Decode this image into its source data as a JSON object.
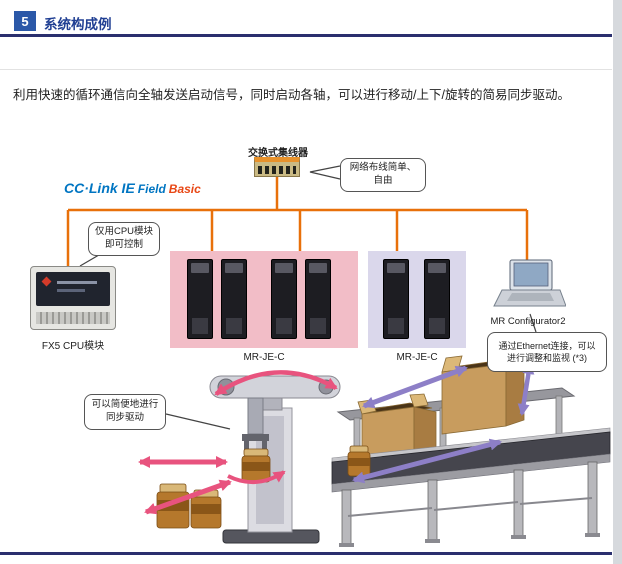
{
  "page": {
    "section_number": "5",
    "section_title": "系统构成例",
    "intro": "利用快速的循环通信向全轴发送启动信号，同时启动各轴，可以进行移动/上下/旋转的简易同步驱动。"
  },
  "diagram": {
    "hub_label": "交换式集线器",
    "logo": {
      "part1": "CC·Link IE",
      "part2": "Field",
      "part3": "Basic"
    },
    "callout_network": "网络布线简单、自由",
    "callout_cpu": "仅用CPU模块即可控制",
    "callout_ethernet": "通过Ethernet连接，可以进行调整和监视 (*3)",
    "callout_sync": "可以简便地进行同步驱动",
    "fx5_label": "FX5 CPU模块",
    "laptop_label": "MR Configurator2",
    "servo_groups": [
      {
        "label": "MR-JE-C",
        "count": 4
      },
      {
        "label": "MR-JE-C",
        "count": 2
      }
    ],
    "accent_colors": {
      "wiring_orange": "#e8700a",
      "servo_group1_bg": "#f2bdc7",
      "servo_group2_bg": "#dad7eb",
      "arrow_pink": "#e8537e",
      "arrow_purple": "#8d7fc7",
      "header_navy": "#2a2f6e"
    }
  }
}
